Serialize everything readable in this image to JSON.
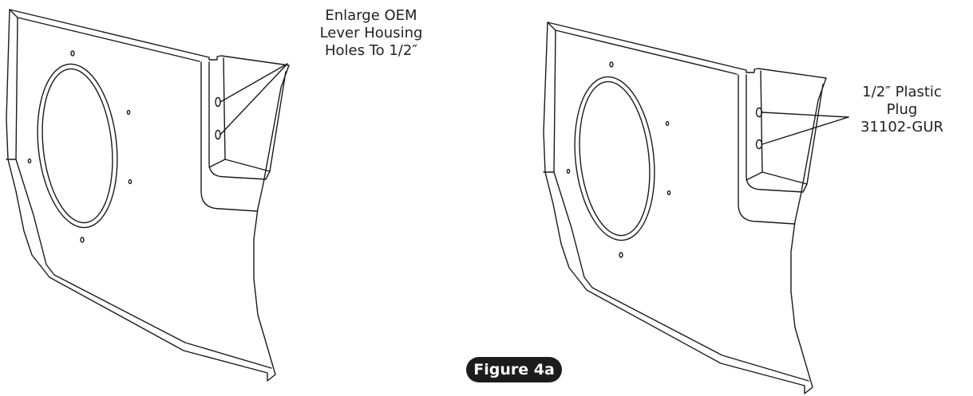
{
  "callouts": {
    "left": {
      "line1": "Enlarge OEM",
      "line2": "Lever Housing",
      "line3": "Holes To 1/2″"
    },
    "right": {
      "line1": "1/2″ Plastic",
      "line2": "Plug",
      "line3": "31102-GUR"
    }
  },
  "figure_label": "Figure 4a",
  "colors": {
    "line": "#1a1a1a",
    "label_bg": "#1c1c1c",
    "label_text": "#ffffff"
  }
}
